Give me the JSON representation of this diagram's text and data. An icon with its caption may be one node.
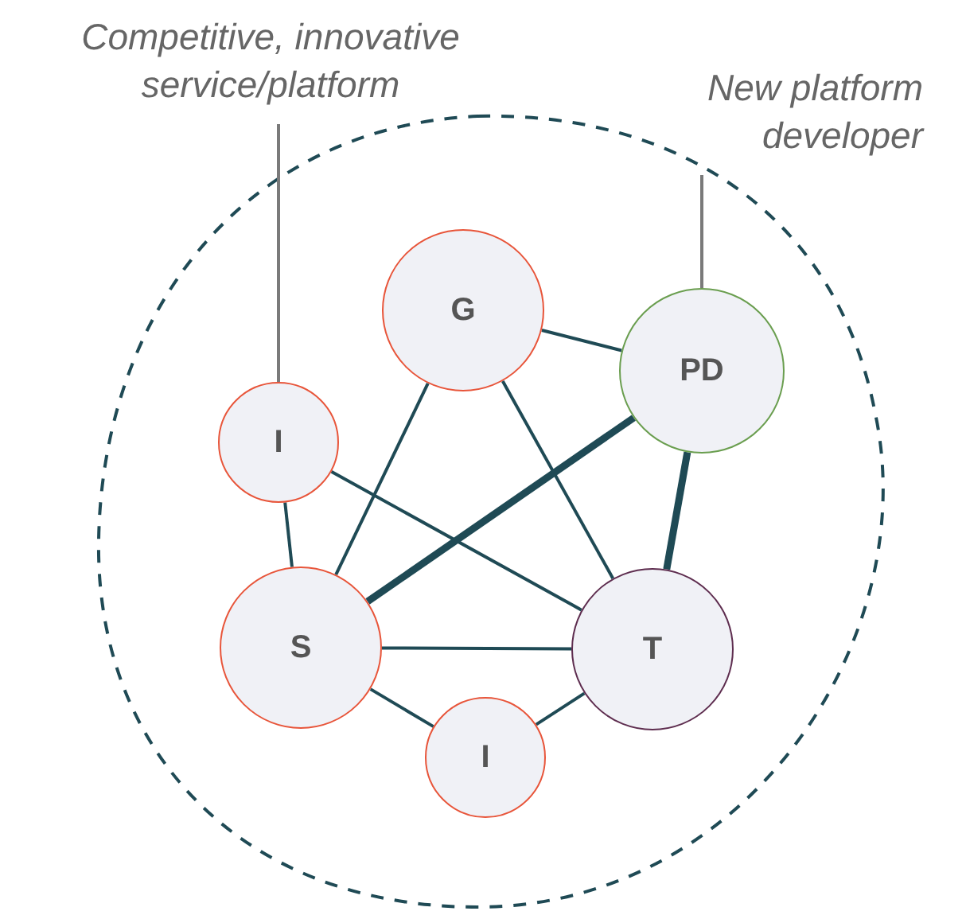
{
  "diagram": {
    "nodes": [
      {
        "text": [
          "Competitive, innovative service/platform"
        ]
      },
      {
        "text": [
          "New platform developer"
        ]
      },
      {
        "text": [
          "G"
        ]
      },
      {
        "text": [
          "PD"
        ]
      },
      {
        "text": [
          "I"
        ]
      },
      {
        "text": [
          "S"
        ]
      },
      {
        "text": [
          "T"
        ]
      },
      {
        "text": [
          "I"
        ]
      }
    ],
    "edges": [
      {
        "from": 0,
        "to": 4,
        "arrow": "none",
        "color": "#7a7a7a"
      },
      {
        "from": 1,
        "to": 3,
        "arrow": "none",
        "color": "#7a7a7a"
      },
      {
        "from": 2,
        "to": 3,
        "arrow": "none"
      },
      {
        "from": 2,
        "to": 5,
        "arrow": "none"
      },
      {
        "from": 2,
        "to": 6,
        "arrow": "none"
      },
      {
        "from": 4,
        "to": 5,
        "arrow": "none"
      },
      {
        "from": 4,
        "to": 6,
        "arrow": "none"
      },
      {
        "from": 3,
        "to": 5,
        "arrow": "none",
        "style": "thick"
      },
      {
        "from": 3,
        "to": 6,
        "arrow": "none",
        "style": "thick"
      },
      {
        "from": 5,
        "to": 6,
        "arrow": "none"
      },
      {
        "from": 5,
        "to": 7,
        "arrow": "none"
      },
      {
        "from": 6,
        "to": 7,
        "arrow": "none"
      }
    ]
  }
}
